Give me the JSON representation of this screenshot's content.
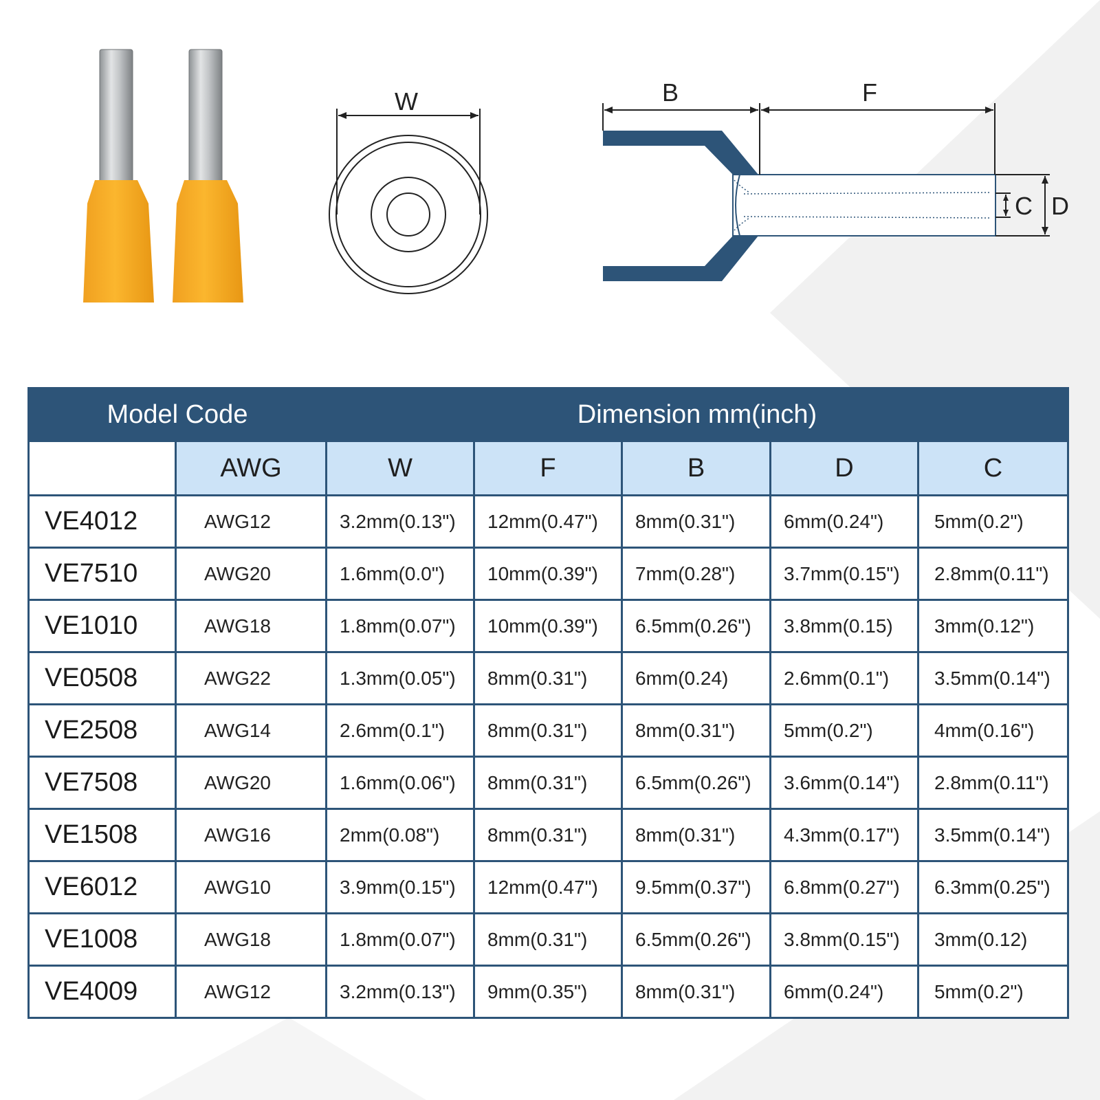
{
  "diagram": {
    "labels": {
      "w": "W",
      "b": "B",
      "f": "F",
      "c": "C",
      "d": "D"
    },
    "colors": {
      "insulation": "#f5a623",
      "sleeve_blue": "#2d5478",
      "metal": "#b5b8bb",
      "line": "#222222"
    }
  },
  "table": {
    "header_model": "Model Code",
    "header_dimension": "Dimension mm(inch)",
    "subheaders": [
      "",
      "AWG",
      "W",
      "F",
      "B",
      "D",
      "C"
    ],
    "rows": [
      [
        "VE4012",
        "AWG12",
        "3.2mm(0.13\")",
        "12mm(0.47\")",
        "8mm(0.31\")",
        "6mm(0.24\")",
        "5mm(0.2\")"
      ],
      [
        "VE7510",
        "AWG20",
        "1.6mm(0.0\")",
        "10mm(0.39\")",
        "7mm(0.28\")",
        "3.7mm(0.15\")",
        "2.8mm(0.11\")"
      ],
      [
        "VE1010",
        "AWG18",
        "1.8mm(0.07\")",
        "10mm(0.39\")",
        "6.5mm(0.26\")",
        "3.8mm(0.15)",
        "3mm(0.12\")"
      ],
      [
        "VE0508",
        "AWG22",
        "1.3mm(0.05\")",
        "8mm(0.31\")",
        "6mm(0.24)",
        "2.6mm(0.1\")",
        "3.5mm(0.14\")"
      ],
      [
        "VE2508",
        "AWG14",
        "2.6mm(0.1\")",
        "8mm(0.31\")",
        "8mm(0.31\")",
        "5mm(0.2\")",
        "4mm(0.16\")"
      ],
      [
        "VE7508",
        "AWG20",
        "1.6mm(0.06\")",
        "8mm(0.31\")",
        "6.5mm(0.26\")",
        "3.6mm(0.14\")",
        "2.8mm(0.11\")"
      ],
      [
        "VE1508",
        "AWG16",
        "2mm(0.08\")",
        "8mm(0.31\")",
        "8mm(0.31\")",
        "4.3mm(0.17\")",
        "3.5mm(0.14\")"
      ],
      [
        "VE6012",
        "AWG10",
        "3.9mm(0.15\")",
        "12mm(0.47\")",
        "9.5mm(0.37\")",
        "6.8mm(0.27\")",
        "6.3mm(0.25\")"
      ],
      [
        "VE1008",
        "AWG18",
        "1.8mm(0.07\")",
        "8mm(0.31\")",
        "6.5mm(0.26\")",
        "3.8mm(0.15\")",
        "3mm(0.12)"
      ],
      [
        "VE4009",
        "AWG12",
        "3.2mm(0.13\")",
        "9mm(0.35\")",
        "8mm(0.31\")",
        "6mm(0.24\")",
        "5mm(0.2\")"
      ]
    ]
  }
}
